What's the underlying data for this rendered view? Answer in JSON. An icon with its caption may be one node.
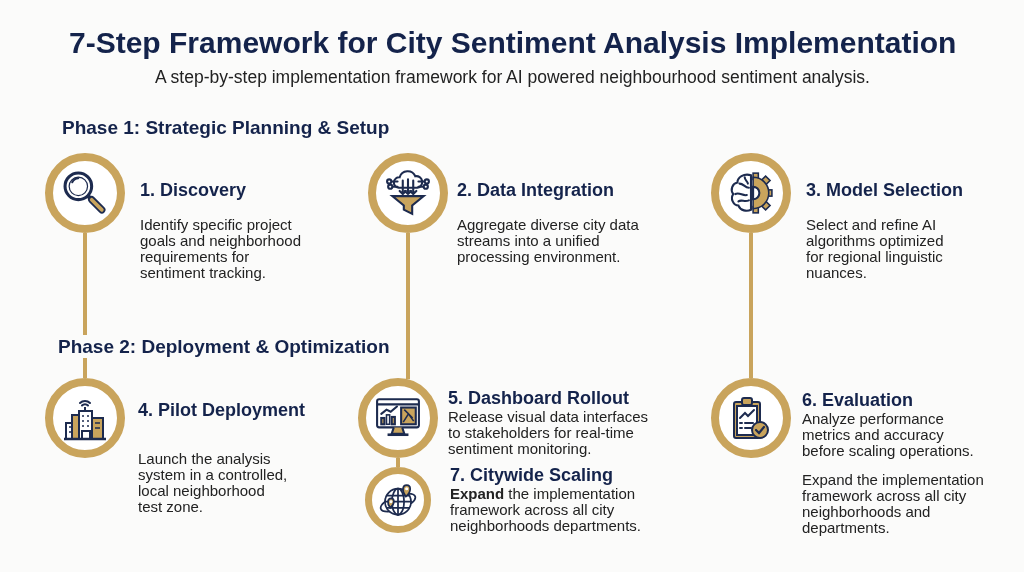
{
  "diagram": {
    "title": "7-Step Framework for City Sentiment Analysis Implementation",
    "nodes": [
      {
        "text": [
          "1. Discovery",
          "Identify specific project goals and neighborhood requirements for sentiment tracking."
        ]
      },
      {
        "text": [
          "2. Data Integration",
          "Aggregate diverse city data streams into a unified processing environment."
        ]
      },
      {
        "text": [
          "3. Model Selection",
          "Select and refine AI algorithms optimized for regional linguistic nuances."
        ]
      },
      {
        "text": [
          "4. Pilot Deployment",
          "Launch the analysis system in a controlled, local neighborhood test zone."
        ]
      },
      {
        "text": [
          "5. Dashboard Rollout",
          "Release visual data interfaces to stakeholders for real-time sentiment monitoring."
        ]
      },
      {
        "text": [
          "6. Evaluation",
          "Analyze performance metrics and accuracy before scaling operations.",
          "Expand the implementation framework across all city neighborhoods and departments."
        ]
      },
      {
        "text": [
          "7. Citywide Scaling",
          "**Expand** the implementation framework across all city neighborhoods departments."
        ]
      }
    ],
    "edges": [
      {
        "from": 0,
        "to": 3,
        "arrow": "none"
      },
      {
        "from": 1,
        "to": 4,
        "arrow": "none"
      },
      {
        "from": 2,
        "to": 5,
        "arrow": "none"
      },
      {
        "from": 4,
        "to": 6,
        "arrow": "none"
      }
    ],
    "labels": [
      "A step-by-step implementation framework for AI powered neighbourhood sentiment analysis.",
      "Phase 1: Strategic Planning & Setup",
      "Phase 2: Deployment & Optimization"
    ]
  }
}
